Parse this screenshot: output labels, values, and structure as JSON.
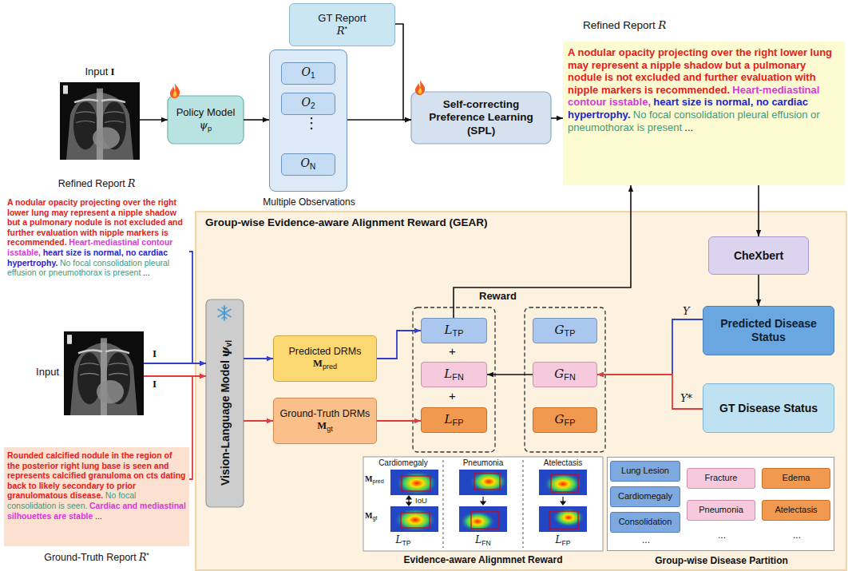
{
  "diagram": {
    "nodes": [
      {
        "text": [
          "Input",
          "I"
        ]
      },
      {
        "text": [
          "GT Report",
          "R",
          "*"
        ]
      },
      {
        "text": [
          "Policy Model",
          "ψ",
          "p"
        ]
      },
      {
        "text": [
          "Multiple Observations"
        ]
      },
      {
        "text": [
          "O",
          "1"
        ],
        "in": 3
      },
      {
        "text": [
          "O",
          "2"
        ],
        "in": 3
      },
      {
        "text": [
          "O",
          "N"
        ],
        "in": 3
      },
      {
        "text": [
          "Self-correcting Preference Learning (SPL)"
        ]
      },
      {
        "text": [
          "Refined Report",
          "R",
          "A nodular opacity projecting over the right lower lung may represent a nipple shadow but a pulmonary nodule is not excluded and further evaluation with nipple markers is recommended.",
          "Heart-mediastinal contour isstable,",
          "heart size is normal, no cardiac hypertrophy.",
          "No focal consolidation pleural effusion or pneumothorax is present",
          "..."
        ]
      },
      {
        "text": [
          "Refined Report",
          "R",
          "A nodular opacity projecting over the right lower lung may represent a nipple shadow but a pulmonary nodule is not excluded and further evaluation with nipple markers is recommended.",
          "Heart-mediastinal contour isstable,",
          "heart size is normal, no cardiac hypertrophy.",
          "No focal consolidation pleural effusion or pneumothorax is present",
          "..."
        ]
      },
      {
        "text": [
          "Input"
        ]
      },
      {
        "text": [
          "Rounded calcified nodule in the region of the posterior right lung base is seen and represents calcified granuloma on cts dating back to likely secondary to prior granulomatous disease.",
          "No focal consolidation is seen.",
          "Cardiac and mediastinal silhouettes are stable",
          "...",
          "Ground-Truth Report",
          "R",
          "*"
        ]
      },
      {
        "text": [
          "Group-wise Evidence-aware Alignment Reward (GEAR)"
        ]
      },
      {
        "text": [
          "Vision-Language Model",
          "ψ",
          "vl"
        ],
        "in": 12
      },
      {
        "text": [
          "Predicted DRMs",
          "M",
          "pred"
        ],
        "in": 12
      },
      {
        "text": [
          "Ground-Truth DRMs",
          "M",
          "gt"
        ],
        "in": 12
      },
      {
        "text": [
          "L",
          "TP"
        ],
        "in": 12
      },
      {
        "text": [
          "L",
          "FN"
        ],
        "in": 12
      },
      {
        "text": [
          "L",
          "FP"
        ],
        "in": 12
      },
      {
        "text": [
          "G",
          "TP"
        ],
        "in": 12
      },
      {
        "text": [
          "G",
          "FN"
        ],
        "in": 12
      },
      {
        "text": [
          "G",
          "FP"
        ],
        "in": 12
      },
      {
        "text": [
          "CheXbert"
        ],
        "in": 12
      },
      {
        "text": [
          "Predicted Disease Status"
        ],
        "in": 12
      },
      {
        "text": [
          "GT Disease Status"
        ],
        "in": 12
      },
      {
        "text": [
          "Cardiomegaly",
          "Pneumonia",
          "Atelectasis",
          "M",
          "pred",
          "IoU",
          "M",
          "gt",
          "L",
          "TP",
          "L",
          "FN",
          "L",
          "FP",
          "Evidence-aware Alignmnet Reward"
        ],
        "in": 12
      },
      {
        "text": [
          "...",
          "...",
          "...",
          "Group-wise Disease Partition"
        ],
        "in": 12
      },
      {
        "text": [
          "Lung Lesion"
        ],
        "in": 26
      },
      {
        "text": [
          "Cardiomegaly"
        ],
        "in": 26
      },
      {
        "text": [
          "Consolidation"
        ],
        "in": 26
      },
      {
        "text": [
          "Fracture"
        ],
        "in": 26
      },
      {
        "text": [
          "Pneumonia"
        ],
        "in": 26
      },
      {
        "text": [
          "Edema"
        ],
        "in": 26
      },
      {
        "text": [
          "Atelectasis"
        ],
        "in": 26
      }
    ],
    "edges": [
      {
        "from": 0,
        "to": 2,
        "arrow": "to"
      },
      {
        "from": 2,
        "to": 3,
        "arrow": "to"
      },
      {
        "from": 3,
        "to": 7,
        "arrow": "to"
      },
      {
        "from": 1,
        "to": 7,
        "arrow": "to"
      },
      {
        "from": 7,
        "to": 8,
        "arrow": "to"
      },
      {
        "from": 9,
        "to": 13,
        "arrow": "to"
      },
      {
        "from": 10,
        "to": 13,
        "arrow": "to"
      },
      {
        "from": 10,
        "to": 13,
        "arrow": "to"
      },
      {
        "from": 11,
        "to": 13,
        "arrow": "to"
      },
      {
        "from": 13,
        "to": 14,
        "arrow": "to"
      },
      {
        "from": 13,
        "to": 15,
        "arrow": "to"
      },
      {
        "from": 14,
        "to": 16,
        "arrow": "to"
      },
      {
        "from": 15,
        "to": 18,
        "arrow": "to"
      },
      {
        "from": 20,
        "to": 17,
        "arrow": "to"
      },
      {
        "from": 16,
        "to": 8,
        "label": "Reward",
        "arrow": "to"
      },
      {
        "from": 8,
        "to": 22,
        "arrow": "to"
      },
      {
        "from": 22,
        "to": 23,
        "arrow": "to"
      },
      {
        "from": 23,
        "to": 20,
        "label": "Y",
        "arrow": "to"
      },
      {
        "from": 24,
        "to": 20,
        "label": "Y*",
        "arrow": "to"
      }
    ],
    "labels": [
      "⋮",
      "+",
      "+",
      "I",
      "I"
    ]
  }
}
